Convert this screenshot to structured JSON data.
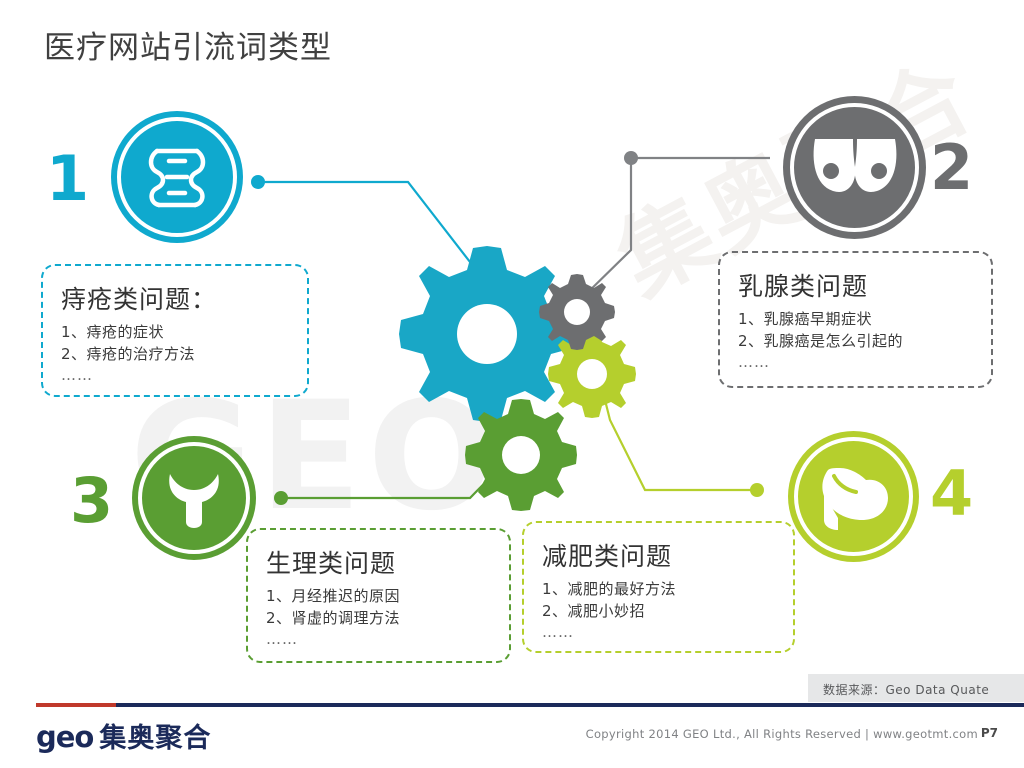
{
  "page": {
    "title": "医疗网站引流词类型",
    "source_label": "数据来源：Geo Data  Quate",
    "page_number": "P7"
  },
  "watermark": {
    "latin": "GEO",
    "chinese": "集奥聚合"
  },
  "nodes": [
    {
      "number": "1",
      "color": "#0fa9ce",
      "icon": "intestine-icon",
      "title": "痔疮类问题：",
      "items": [
        "1、痔疮的症状",
        "2、痔疮的治疗方法"
      ],
      "ellipsis": "……"
    },
    {
      "number": "2",
      "color": "#6d6e70",
      "icon": "breast-icon",
      "title": "乳腺类问题",
      "items": [
        "1、乳腺癌早期症状",
        "2、乳腺癌是怎么引起的"
      ],
      "ellipsis": "……"
    },
    {
      "number": "3",
      "color": "#5a9e33",
      "icon": "uterus-icon",
      "title": "生理类问题",
      "items": [
        "1、月经推迟的原因",
        "2、肾虚的调理方法"
      ],
      "ellipsis": "……"
    },
    {
      "number": "4",
      "color": "#b5cf2d",
      "icon": "muscle-arm-icon",
      "title": "减肥类问题",
      "items": [
        "1、减肥的最好方法",
        "2、减肥小妙招"
      ],
      "ellipsis": "……"
    }
  ],
  "footer": {
    "logo_latin": "geo",
    "logo_chinese": "集奥聚合",
    "copyright": "Copyright 2014 GEO Ltd., All Rights Reserved   |   www.geotmt.com"
  }
}
